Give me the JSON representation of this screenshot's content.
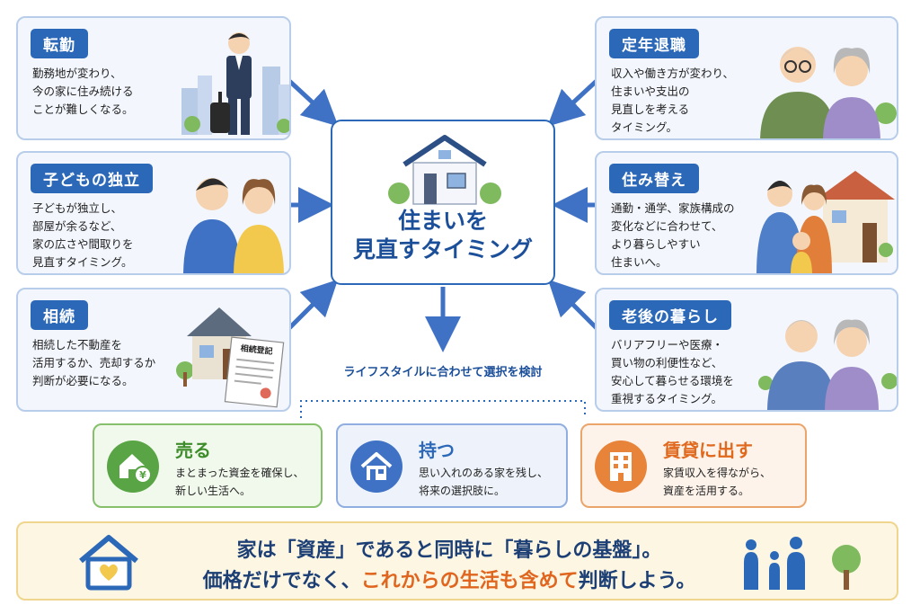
{
  "center": {
    "title": "住まいを\n見直すタイミング"
  },
  "cards": {
    "transfer": {
      "tag": "転勤",
      "desc": "勤務地が変わり、\n今の家に住み続ける\nことが難しくなる。"
    },
    "independence": {
      "tag": "子どもの独立",
      "desc": "子どもが独立し、\n部屋が余るなど、\n家の広さや間取りを\n見直すタイミング。"
    },
    "inheritance": {
      "tag": "相続",
      "desc": "相続した不動産を\n活用するか、売却するか\n判断が必要になる。",
      "document_label": "相続登記"
    },
    "retirement": {
      "tag": "定年退職",
      "desc": "収入や働き方が変わり、\n住まいや支出の\n見直しを考える\nタイミング。"
    },
    "relocation": {
      "tag": "住み替え",
      "desc": "通勤・通学、家族構成の\n変化などに合わせて、\nより暮らしやすい\n住まいへ。"
    },
    "senior": {
      "tag": "老後の暮らし",
      "desc": "バリアフリーや医療・\n買い物の利便性など、\n安心して暮らせる環境を\n重視するタイミング。"
    }
  },
  "hint": "ライフスタイルに合わせて選択を検討",
  "options": {
    "sell": {
      "title": "売る",
      "desc": "まとまった資金を確保し、\n新しい生活へ。",
      "icon": "house-yen-icon"
    },
    "keep": {
      "title": "持つ",
      "desc": "思い入れのある家を残し、\n将来の選択肢に。",
      "icon": "house-icon"
    },
    "rent": {
      "title": "賃貸に出す",
      "desc": "家賃収入を得ながら、\n資産を活用する。",
      "icon": "apartment-icon"
    }
  },
  "bottom": {
    "line1": "家は「資産」であると同時に「暮らしの基盤」。",
    "line2_a": "価格だけでなく、",
    "line2_highlight": "これからの生活も含めて",
    "line2_b": "判断しよう。"
  },
  "colors": {
    "accent_blue": "#2c68b8",
    "sell_green": "#59a444",
    "keep_blue": "#3f72c5",
    "rent_orange": "#e8833a",
    "highlight_orange": "#e0651e"
  }
}
